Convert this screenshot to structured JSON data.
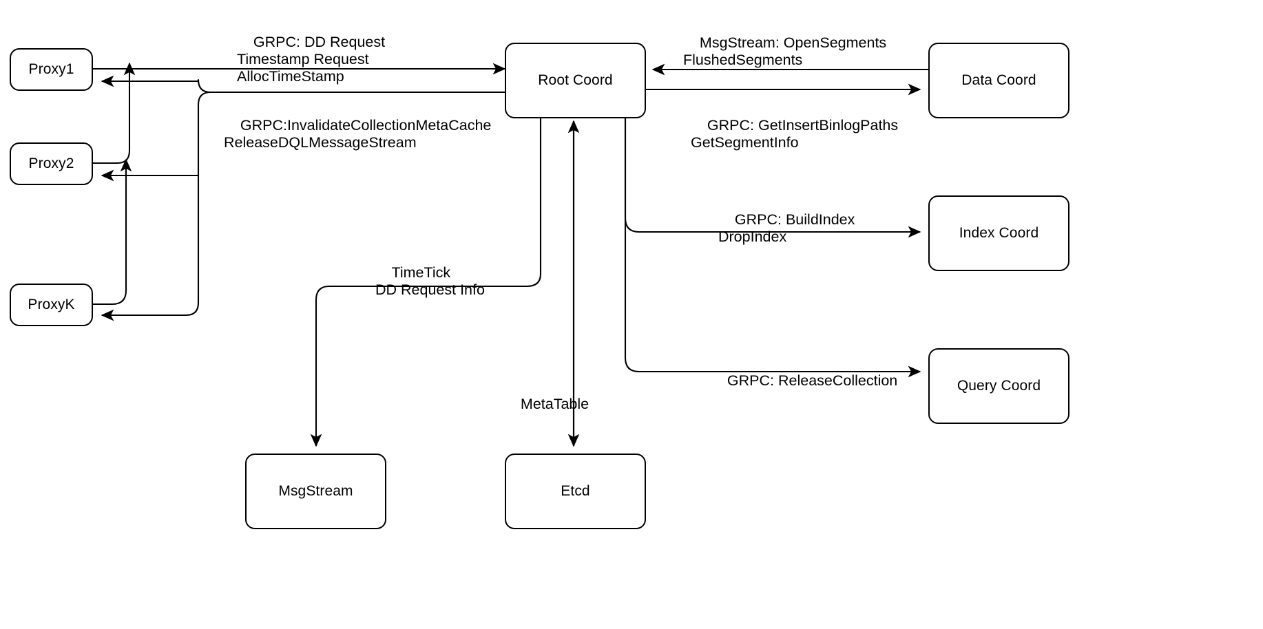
{
  "diagram": {
    "title": "Root Coord component interaction diagram",
    "background_color": "#ffffff",
    "stroke_color": "#000000",
    "text_color": "#000000",
    "nodes": [
      {
        "id": "proxy1",
        "label": "Proxy1"
      },
      {
        "id": "proxy2",
        "label": "Proxy2"
      },
      {
        "id": "proxyk",
        "label": "ProxyK"
      },
      {
        "id": "root_coord",
        "label": "Root Coord"
      },
      {
        "id": "data_coord",
        "label": "Data Coord"
      },
      {
        "id": "index_coord",
        "label": "Index Coord"
      },
      {
        "id": "query_coord",
        "label": "Query Coord"
      },
      {
        "id": "msgstream",
        "label": "MsgStream"
      },
      {
        "id": "etcd",
        "label": "Etcd"
      }
    ],
    "edge_labels": [
      {
        "id": "proxy-to-root",
        "lines": "GRPC: DD Request\nTimestamp Request\nAllocTimeStamp"
      },
      {
        "id": "root-to-proxy",
        "lines": "GRPC:InvalidateCollectionMetaCache\nReleaseDQLMessageStream"
      },
      {
        "id": "datacoord-to-root",
        "lines": "MsgStream: OpenSegments\nFlushedSegments"
      },
      {
        "id": "root-to-datacoord",
        "lines": "GRPC: GetInsertBinlogPaths\nGetSegmentInfo"
      },
      {
        "id": "root-to-indexcoord",
        "lines": "GRPC: BuildIndex\nDropIndex"
      },
      {
        "id": "root-to-querycoord",
        "lines": "GRPC: ReleaseCollection"
      },
      {
        "id": "root-to-msgstream",
        "lines": "TimeTick\nDD Request Info"
      },
      {
        "id": "root-to-etcd",
        "lines": "MetaTable"
      }
    ]
  }
}
